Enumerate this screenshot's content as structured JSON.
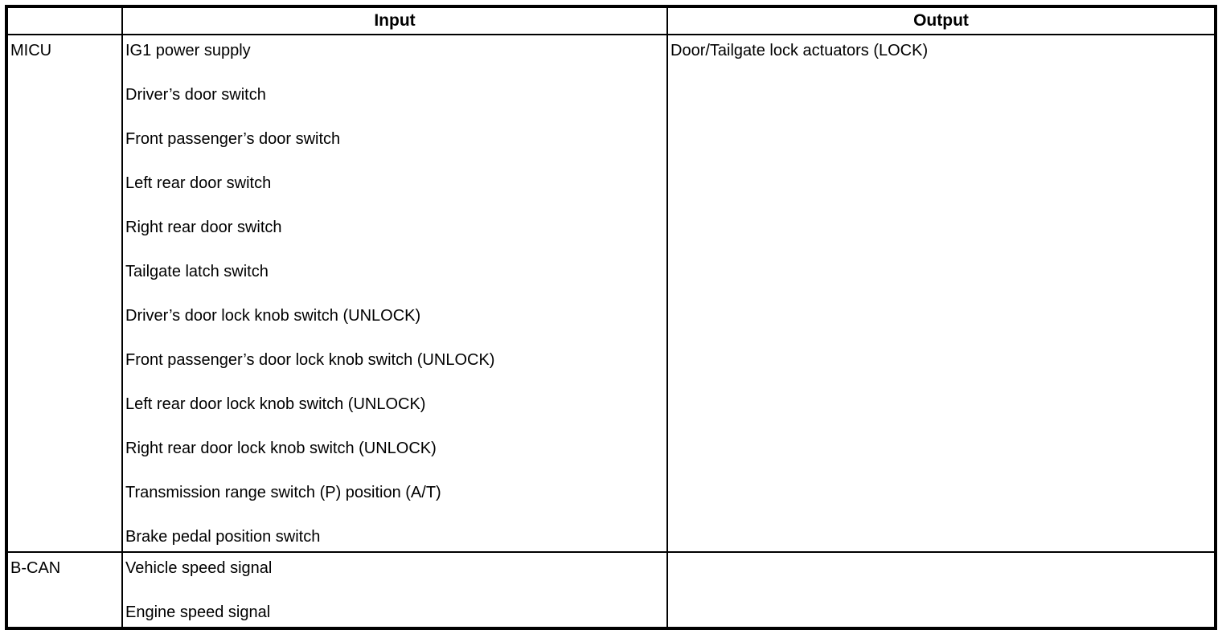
{
  "table": {
    "columns": {
      "source": "",
      "input": "Input",
      "output": "Output"
    },
    "rows": [
      {
        "source": "MICU",
        "inputs": [
          "IG1 power supply",
          "Driver’s door switch",
          "Front passenger’s door switch",
          "Left rear door switch",
          "Right rear door switch",
          "Tailgate latch switch",
          "Driver’s door lock knob switch (UNLOCK)",
          "Front passenger’s door lock knob switch (UNLOCK)",
          "Left rear door lock knob switch (UNLOCK)",
          "Right rear door lock knob switch (UNLOCK)",
          "Transmission range switch (P) position (A/T)",
          "Brake pedal position switch"
        ],
        "outputs": [
          "Door/Tailgate lock actuators (LOCK)"
        ]
      },
      {
        "source": "B-CAN",
        "inputs": [
          "Vehicle speed signal",
          "Engine speed signal"
        ],
        "outputs": []
      }
    ]
  }
}
